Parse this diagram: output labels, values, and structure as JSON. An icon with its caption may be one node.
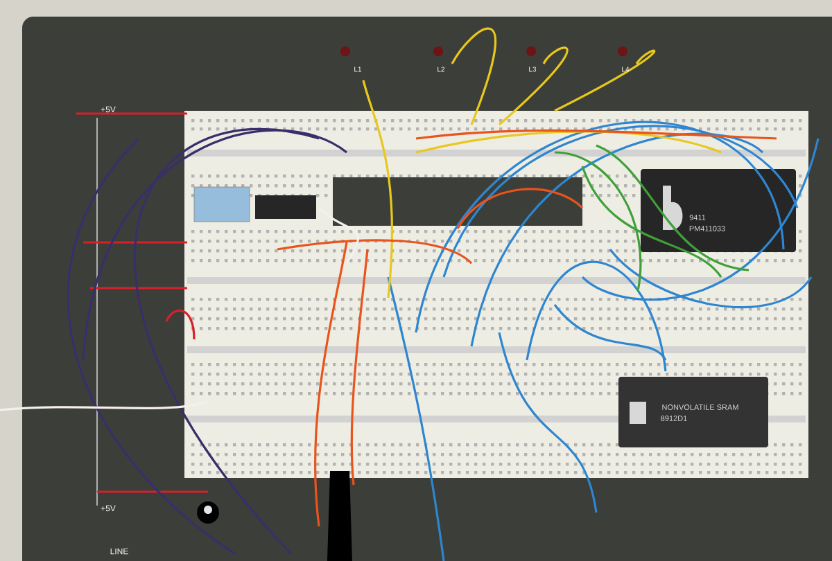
{
  "diagram": {
    "labels": [
      "L1",
      "L2",
      "L3",
      "L4",
      "+5V",
      "+5V",
      "LINE",
      "9411",
      "PM411033",
      "NONVOLATILE SRAM",
      "8912D1"
    ]
  }
}
